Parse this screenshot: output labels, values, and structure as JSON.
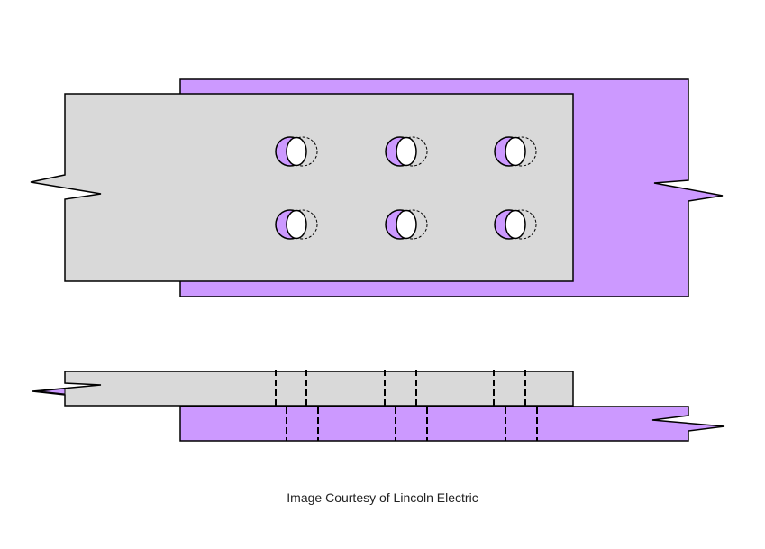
{
  "caption": "Image Courtesy of Lincoln Electric",
  "colors": {
    "bottom_plate": "#cc99ff",
    "top_plate": "#d9d9d9",
    "outline": "#000000",
    "hole": "#ffffff"
  },
  "plan_view": {
    "holes": {
      "rows": 2,
      "columns": 3
    }
  },
  "side_view": {
    "upper_plate_bolt_lines": 3,
    "lower_plate_bolt_lines": 3
  }
}
